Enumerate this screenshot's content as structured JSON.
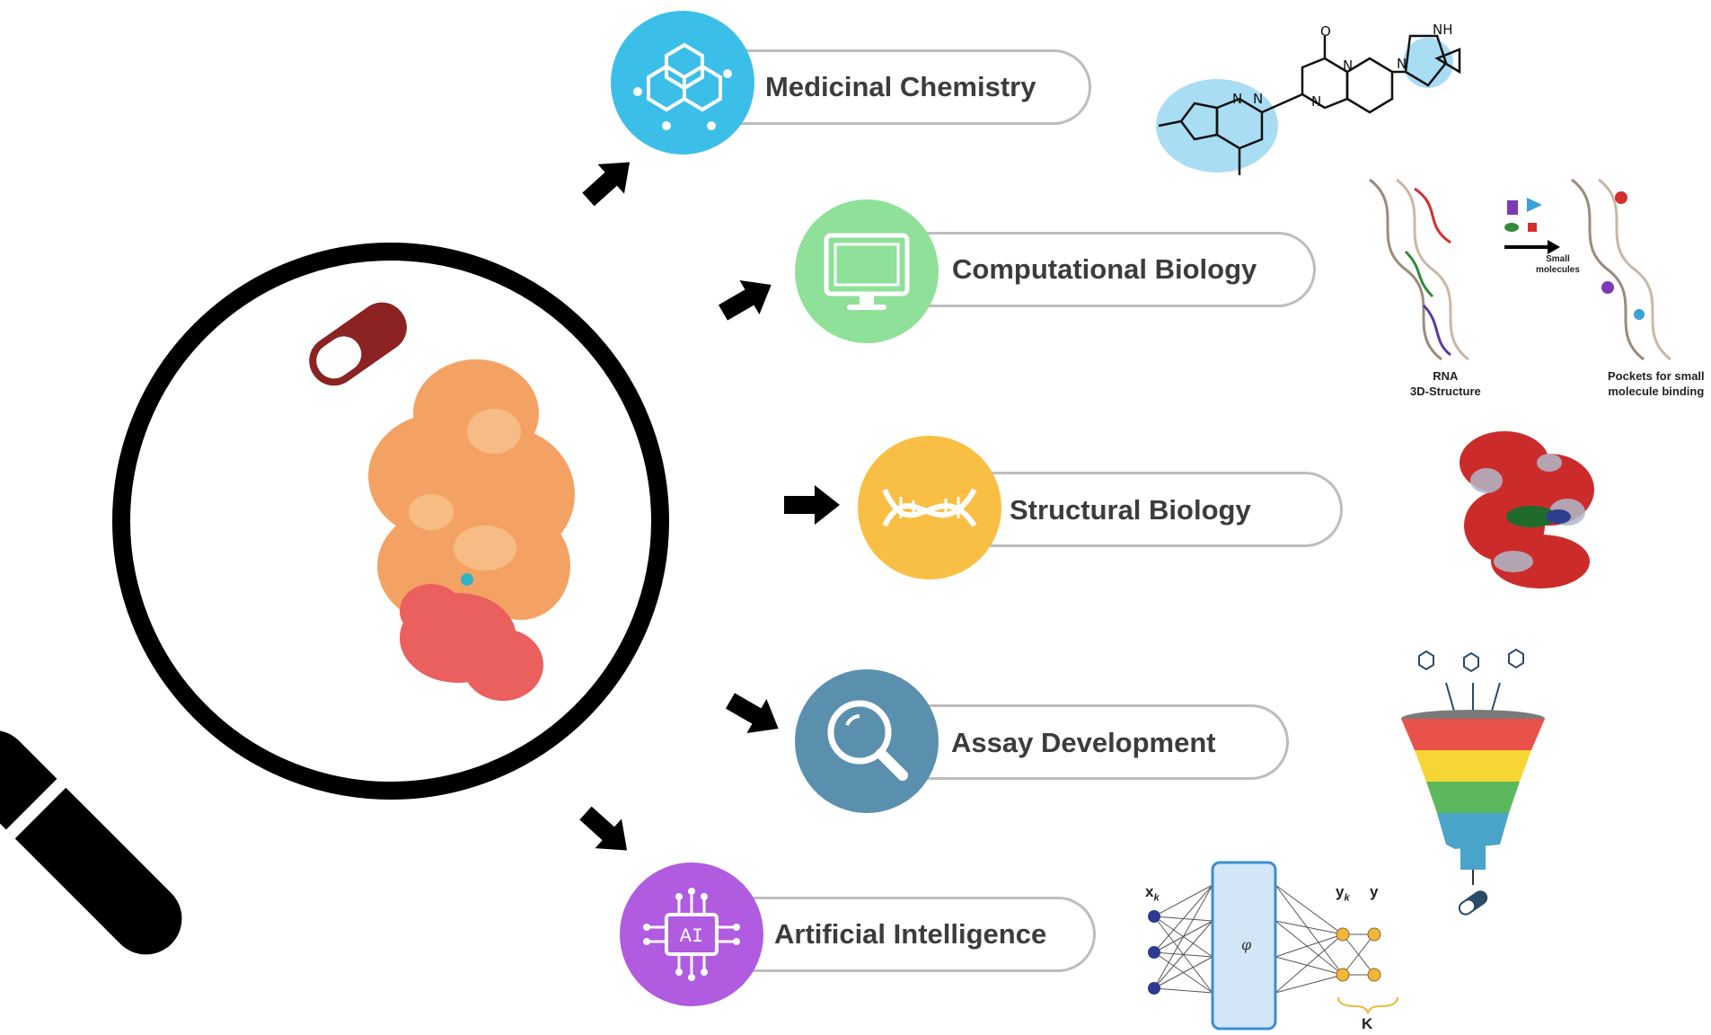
{
  "categories": [
    {
      "label": "Medicinal Chemistry",
      "color": "#3bbfe8",
      "icon": "molecule-hexagon-icon"
    },
    {
      "label": "Computational Biology",
      "color": "#8fe19a",
      "icon": "computer-monitor-icon"
    },
    {
      "label": "Structural Biology",
      "color": "#f8bf44",
      "icon": "dna-helix-icon"
    },
    {
      "label": "Assay Development",
      "color": "#5b8fae",
      "icon": "magnifier-icon"
    },
    {
      "label": "Artificial Intelligence",
      "color": "#b05be0",
      "icon": "ai-chip-icon"
    }
  ],
  "rna_panel": {
    "structure_label": "RNA\n3D-Structure",
    "arrow_label": "Small\nmolecules",
    "pockets_label": "Pockets for small\nmolecule binding"
  },
  "molecule": {
    "atoms": [
      "O",
      "N",
      "N",
      "N",
      "N",
      "N",
      "NH"
    ]
  },
  "ai_chip_text": "AI",
  "neural_net": {
    "x_label": "x",
    "x_sub": "k",
    "phi": "φ",
    "yk_label": "y",
    "yk_sub": "k",
    "y_label": "y",
    "k_label": "K"
  },
  "colors": {
    "pill_border": "#bdbdbd",
    "label_text": "#3c3c3c",
    "capsule": "#8b2323",
    "protein": "#f4a263",
    "funnel": [
      "#e8524a",
      "#f5d634",
      "#5cb85c",
      "#4aa3c8"
    ]
  }
}
